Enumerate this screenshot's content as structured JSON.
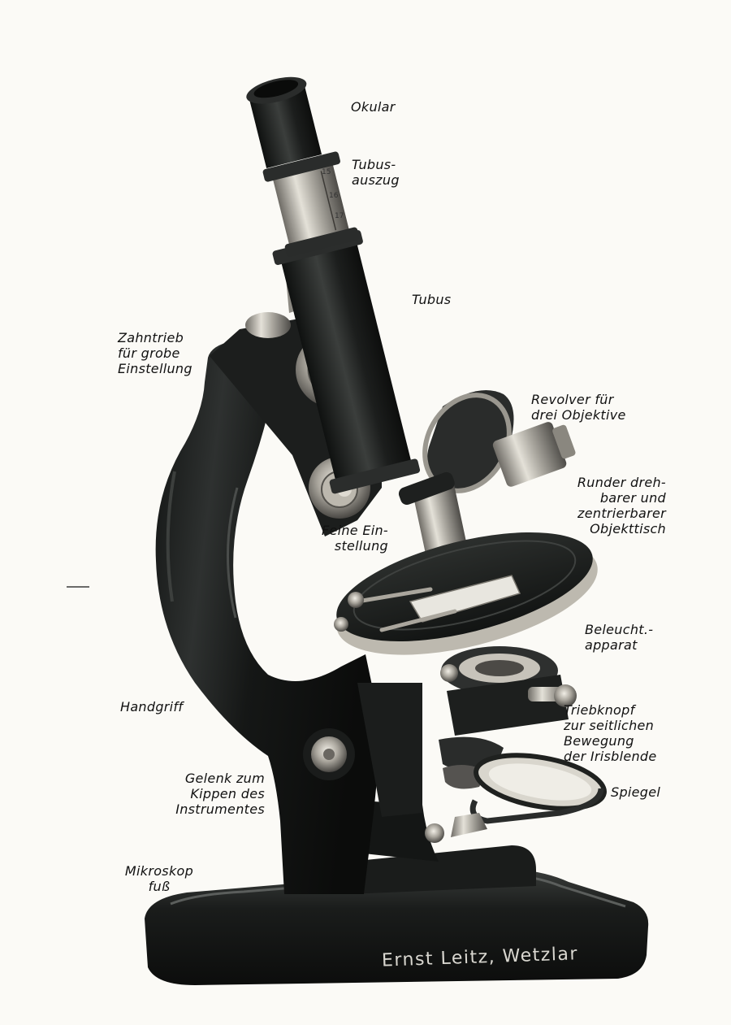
{
  "labels": {
    "okular": [
      "Okular"
    ],
    "tubusauszug": [
      "Tubus-",
      "auszug"
    ],
    "tubus": [
      "Tubus"
    ],
    "zahntrieb": [
      "Zahntrieb",
      "für grobe",
      "Einstellung"
    ],
    "revolver": [
      "Revolver für",
      "drei Objektive"
    ],
    "objekttisch": [
      "Runder dreh-",
      "barer und",
      "zentrierbarer",
      "Objekttisch"
    ],
    "feine": [
      "Feine Ein-",
      "stellung"
    ],
    "beleucht": [
      "Beleucht.-",
      "apparat"
    ],
    "handgriff": [
      "Handgriff"
    ],
    "triebknopf": [
      "Triebknopf",
      "zur seitlichen",
      "Bewegung",
      "der Irisblende"
    ],
    "gelenk": [
      "Gelenk zum",
      "Kippen des",
      "Instrumentes"
    ],
    "spiegel": [
      "Spiegel"
    ],
    "fuss": [
      "Mikroskop",
      "fuß"
    ]
  },
  "base_inscription": "Ernst Leitz, Wetzlar",
  "tube_scale": [
    "15",
    "16",
    "17"
  ],
  "colors": {
    "paper": "#fbfaf6",
    "body_black": "#1b1d1c",
    "metal_light": "#c9c6bd",
    "metal_dark": "#5e5c57",
    "ink": "#111111"
  }
}
